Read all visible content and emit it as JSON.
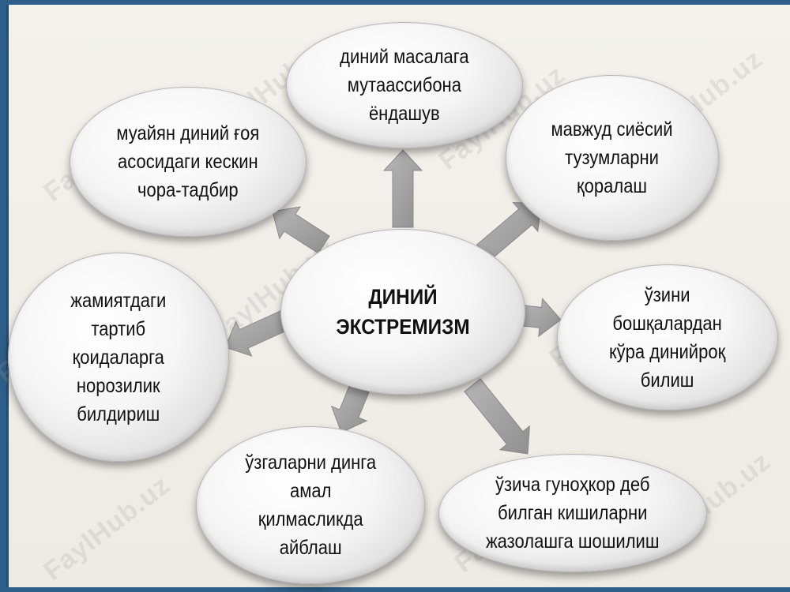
{
  "diagram": {
    "center": "ДИНИЙ\nЭКСТРЕМИЗМ",
    "nodes": [
      {
        "id": "top",
        "text": "диний масалага\nмутаассибона\nёндашув"
      },
      {
        "id": "top-left",
        "text": "муайян диний ғоя\nасосидаги кескин\nчора-тадбир"
      },
      {
        "id": "top-right",
        "text": "мавжуд сиёсий\nтузумларни\nқоралаш"
      },
      {
        "id": "left",
        "text": "жамиятдаги\nтартиб\nқоидаларга\nнорозилик\nбилдириш"
      },
      {
        "id": "right",
        "text": "ўзини\nбошқалардан\nкўра динийроқ\nбилиш"
      },
      {
        "id": "bottom-left",
        "text": "ўзгаларни динга\nамал\nқилмасликда\nайблаш"
      },
      {
        "id": "bottom-right",
        "text": "ўзича гуноҳкор деб\nбилган кишиларни\nжазолашга шошилиш"
      }
    ]
  },
  "watermark": "FaylHub.uz",
  "colors": {
    "frame": "#1d4f7c",
    "arrow": "#a6a6a6",
    "background": "#eeede6"
  }
}
